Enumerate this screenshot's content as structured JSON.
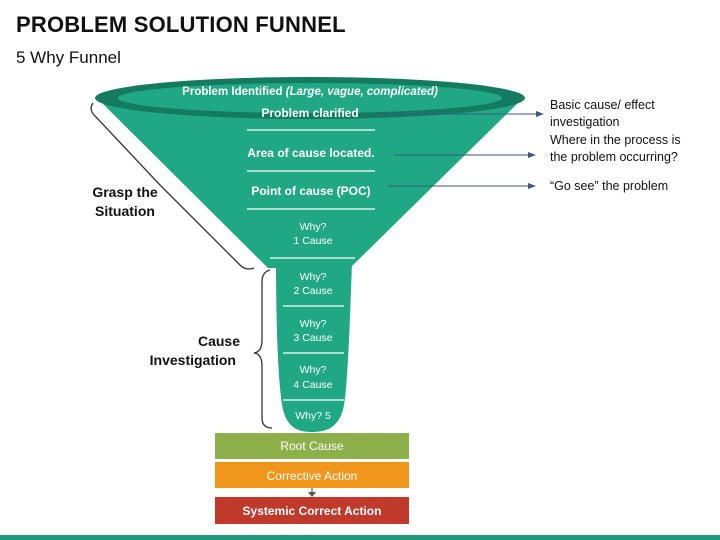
{
  "slide": {
    "title": "PROBLEM SOLUTION FUNNEL",
    "subtitle": "5 Why Funnel"
  },
  "funnel": {
    "top_label_bold": "Problem Identified",
    "top_label_italic": "(Large, vague, complicated)",
    "levels": [
      "Problem clarified",
      "Area of cause located.",
      "Point of cause (POC)"
    ],
    "whys": [
      {
        "line1": "Why?",
        "line2": "1 Cause"
      },
      {
        "line1": "Why?",
        "line2": "2 Cause"
      },
      {
        "line1": "Why?",
        "line2": "3 Cause"
      },
      {
        "line1": "Why?",
        "line2": "4 Cause"
      },
      {
        "line1": "Why? 5",
        "line2": ""
      }
    ],
    "colors": {
      "funnel": "#1fa883",
      "rim": "#147a60",
      "neck": "#1fa883"
    }
  },
  "brackets": {
    "grasp_line1": "Grasp the",
    "grasp_line2": "Situation",
    "cause_line1": "Cause",
    "cause_line2": "Investigation"
  },
  "notes": [
    {
      "line1": "Basic cause/ effect",
      "line2": "investigation"
    },
    {
      "line1": "Where in the process is",
      "line2": "the problem occurring?"
    },
    {
      "line1": "“Go see” the problem",
      "line2": ""
    }
  ],
  "outcomes": [
    {
      "label": "Root Cause",
      "color": "#8db04a"
    },
    {
      "label": "Corrective Action",
      "color": "#f0961d"
    },
    {
      "label": "Systemic Correct Action",
      "color": "#c0392b"
    }
  ]
}
